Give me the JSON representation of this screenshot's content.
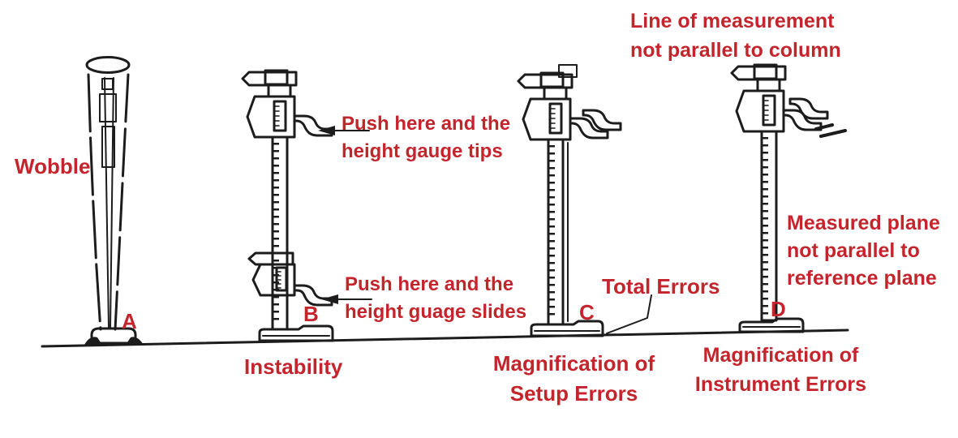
{
  "colors": {
    "annotation_red": "#c4242c",
    "ink": "#1c1c1c",
    "background": "#ffffff"
  },
  "labels": {
    "wobble": "Wobble",
    "push_tips": [
      "Push here and the",
      "height gauge tips"
    ],
    "push_slides": [
      "Push here and the",
      "height guage slides"
    ],
    "instability": "Instability",
    "total_errors": "Total Errors",
    "magnification_setup": [
      "Magnification of",
      "Setup Errors"
    ],
    "line_of_measurement": [
      "Line of measurement",
      "not parallel to column"
    ],
    "measured_plane": [
      "Measured plane",
      "not parallel to",
      "reference plane"
    ],
    "magnification_instrument": [
      "Magnification of",
      "Instrument Errors"
    ],
    "figure_letters": {
      "a": "A",
      "b": "B",
      "c": "C",
      "d": "D"
    }
  },
  "icons": {
    "wobble_figure": "wobbling-column-sketch",
    "height_gauge": "vernier-height-gauge-sketch",
    "push_arrow": "left-arrow",
    "total_errors_pointer": "bent-pointer-line",
    "measured_plane_mark": "tilted-plane-dashes"
  }
}
